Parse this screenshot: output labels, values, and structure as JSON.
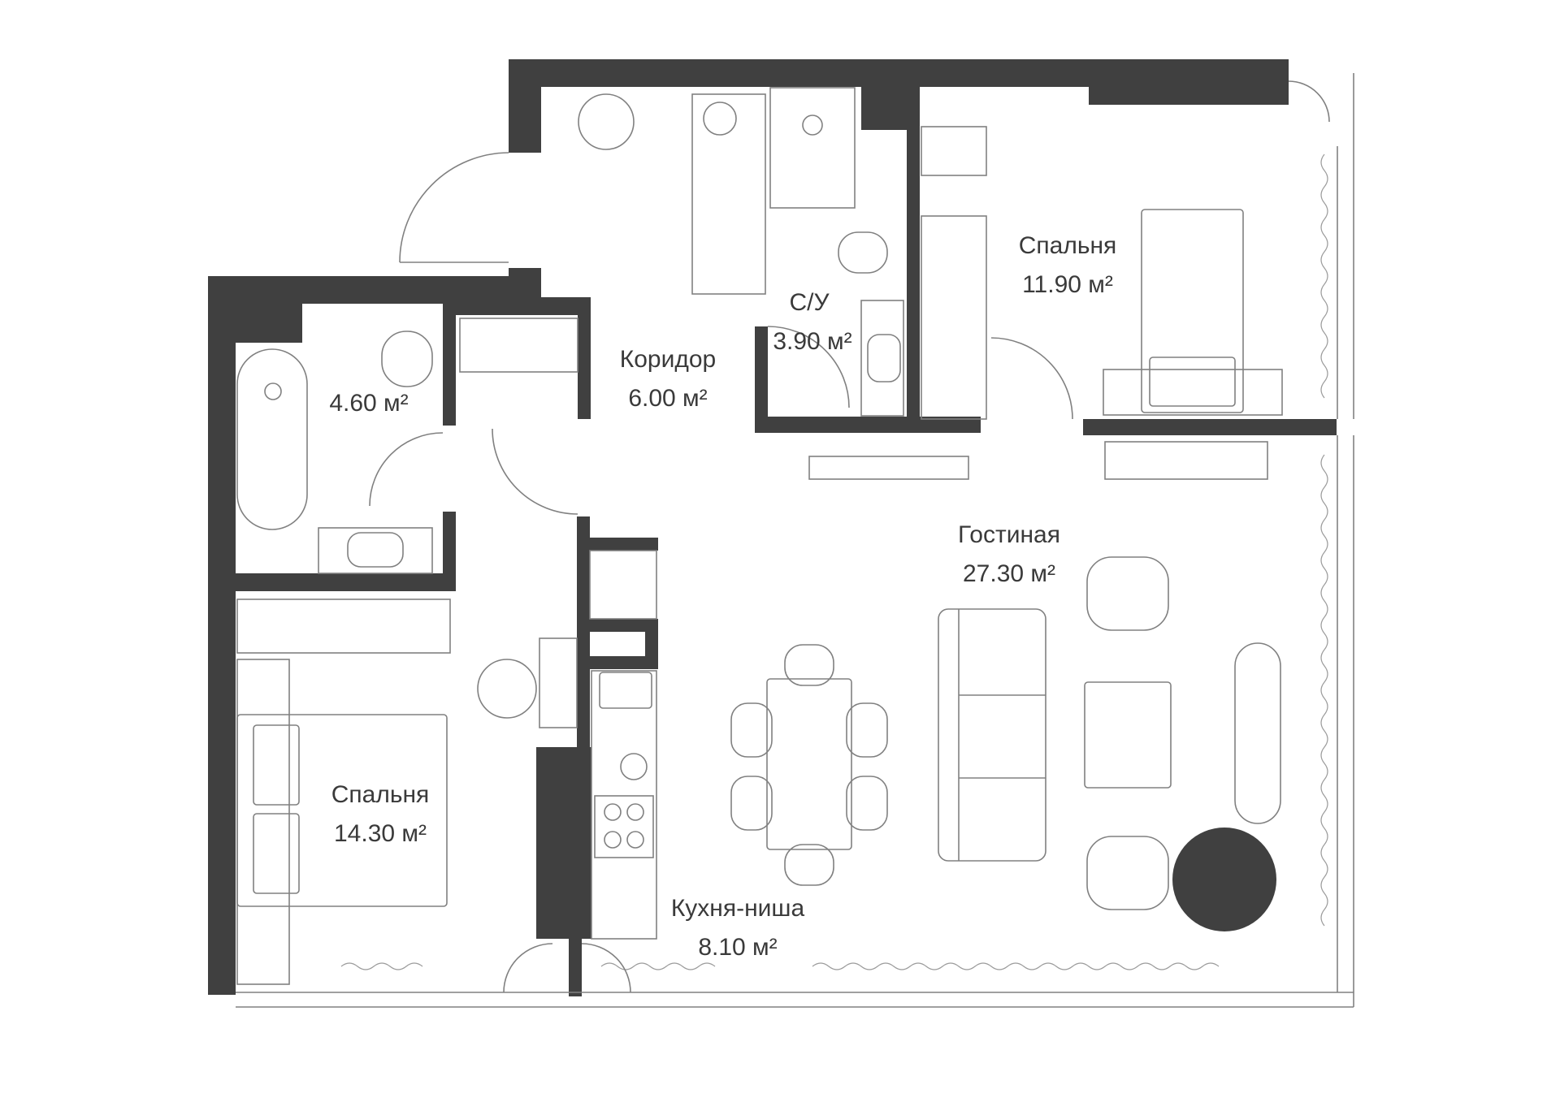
{
  "rooms": {
    "bathroom": {
      "area": "4.60 м²"
    },
    "corridor": {
      "name": "Коридор",
      "area": "6.00 м²"
    },
    "wc": {
      "name": "С/У",
      "area": "3.90 м²"
    },
    "bedroom_small": {
      "name": "Спальня",
      "area": "11.90 м²"
    },
    "living": {
      "name": "Гостиная",
      "area": "27.30 м²"
    },
    "bedroom_large": {
      "name": "Спальня",
      "area": "14.30 м²"
    },
    "kitchen": {
      "name": "Кухня-ниша",
      "area": "8.10 м²"
    }
  },
  "colors": {
    "wall": "#404040",
    "line": "#808080",
    "text": "#3a3a3a"
  }
}
